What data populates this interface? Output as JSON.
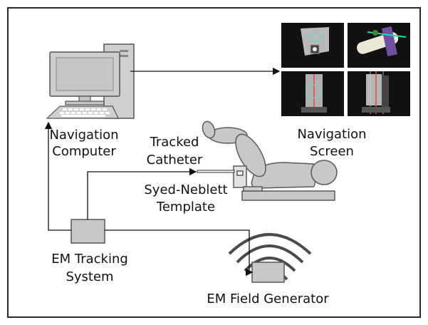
{
  "labels": {
    "nav_computer_line1": "Navigation",
    "nav_computer_line2": "Computer",
    "tracked_catheter_line1": "Tracked",
    "tracked_catheter_line2": "Catheter",
    "template_line1": "Syed-Neblett",
    "template_line2": "Template",
    "nav_screen_line1": "Navigation",
    "nav_screen_line2": "Screen",
    "em_tracking_line1": "EM Tracking",
    "em_tracking_line2": "System",
    "em_field_generator": "EM Field Generator"
  },
  "colors": {
    "frame": "#2b2b2b",
    "equipment_gray": "#c8c8c8",
    "equipment_stroke": "#5a5a5a",
    "screen_background": "#111111"
  },
  "icons": {
    "computer": "desktop-computer-icon",
    "field_generator": "wireless-signal-icon"
  }
}
